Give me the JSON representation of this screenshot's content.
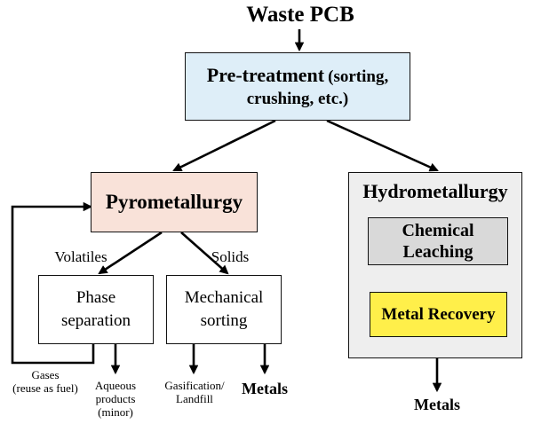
{
  "title": "Waste PCB",
  "pretreatment": {
    "title": "Pre-treatment",
    "detail": "(sorting,",
    "detail2": "crushing, etc.)"
  },
  "pyro": {
    "title": "Pyrometallurgy",
    "volatiles_label": "Volatiles",
    "solids_label": "Solids",
    "phase_separation": [
      "Phase",
      "separation"
    ],
    "mechanical_sorting": [
      "Mechanical",
      "sorting"
    ],
    "gases": [
      "Gases",
      "(reuse as fuel)"
    ],
    "aqueous": [
      "Aqueous",
      "products",
      "(minor)"
    ],
    "gasification": [
      "Gasification/",
      "Landfill"
    ],
    "metals": "Metals"
  },
  "hydro": {
    "title": "Hydrometallurgy",
    "chemical_leaching": [
      "Chemical",
      "Leaching"
    ],
    "metal_recovery": "Metal Recovery",
    "metals": "Metals"
  },
  "colors": {
    "pretreatment_fill": "#deeef8",
    "pyro_fill": "#f9e2d9",
    "hydro_fill": "#eeeeee",
    "leaching_fill": "#d9d9d9",
    "recovery_fill": "#ffef4a"
  }
}
